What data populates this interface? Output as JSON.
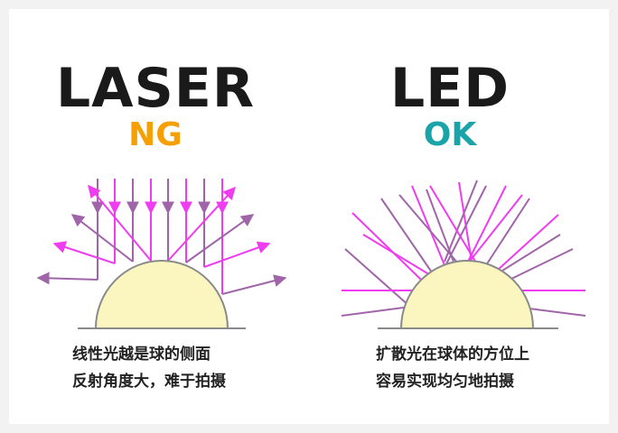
{
  "colors": {
    "laser_ng": "#f5a000",
    "led_ok": "#1aa3a8",
    "magenta": "#f03cf0",
    "purple": "#a065a8",
    "sphere_fill": "#fbf6c0",
    "ground": "#8a8a8a"
  },
  "laser": {
    "title": "LASER",
    "status": "NG",
    "caption_line1": "线性光越是球的侧面",
    "caption_line2": "反射角度大，难于拍摄"
  },
  "led": {
    "title": "LED",
    "status": "OK",
    "caption_line1": "扩散光在球体的方位上",
    "caption_line2": "容易实现均匀地拍摄"
  }
}
